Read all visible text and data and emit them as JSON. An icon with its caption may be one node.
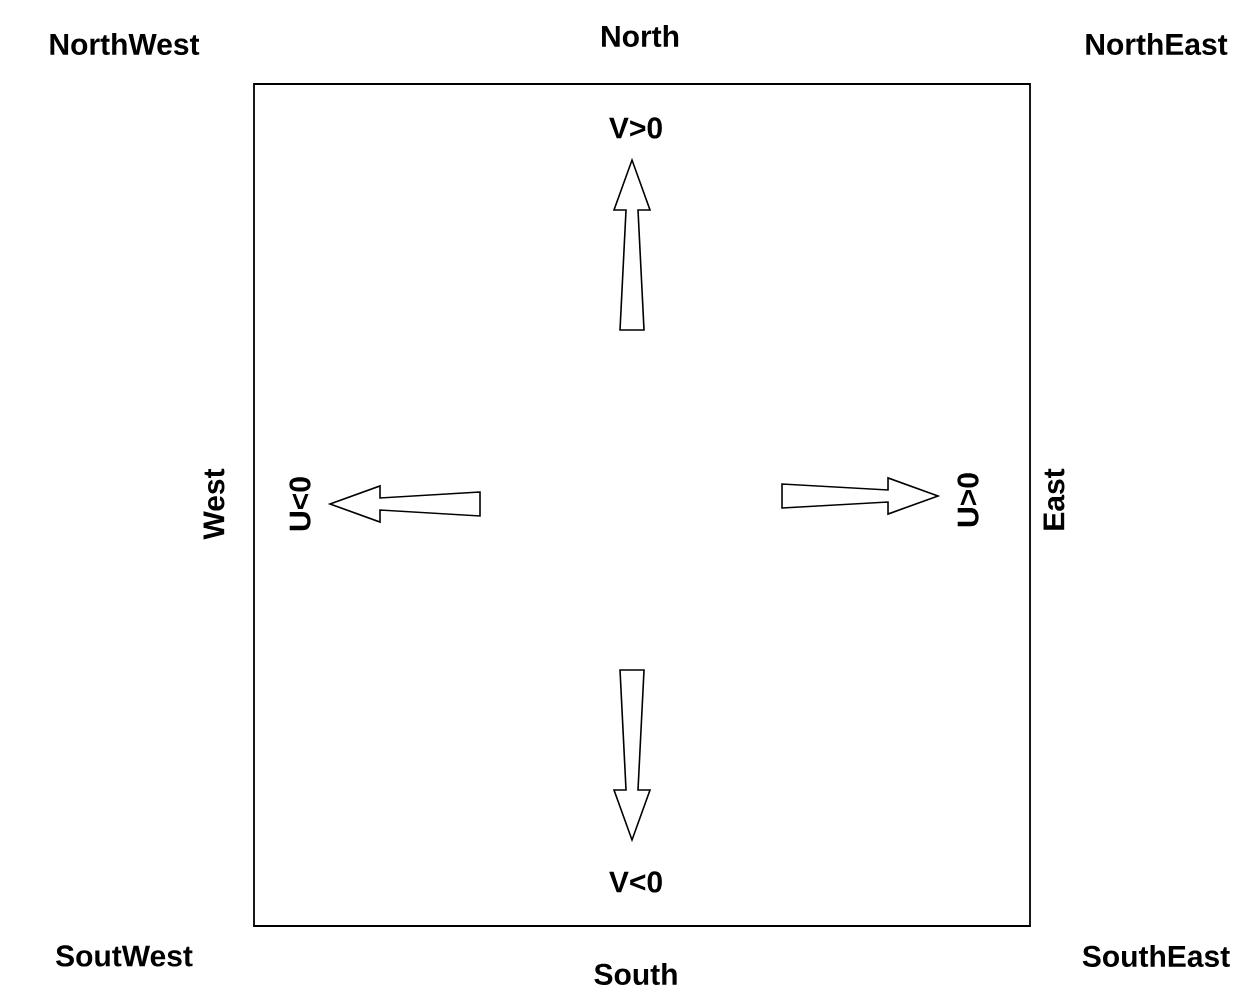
{
  "diagram": {
    "labels": [
      "NorthWest",
      "North",
      "NorthEast",
      "V>0",
      "West",
      "U<0",
      "U>0",
      "East",
      "V<0",
      "SoutWest",
      "South",
      "SouthEast"
    ]
  }
}
